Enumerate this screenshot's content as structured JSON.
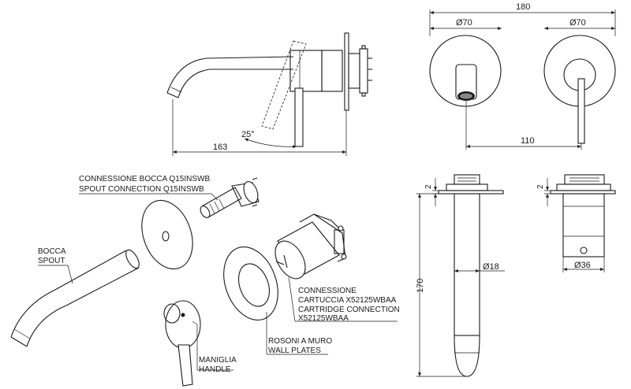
{
  "dimensions": {
    "side_length": "163",
    "angle": "25°",
    "total_width": "180",
    "left_plate_dia": "Ø70",
    "right_plate_dia": "Ø70",
    "spacing": "110",
    "flange_left": "2",
    "flange_right": "2",
    "spout_dia": "Ø18",
    "body_dia": "Ø36",
    "height": "170"
  },
  "labels": {
    "spout_conn_it": "CONNESSIONE BOCCA Q15INSWB",
    "spout_conn_en": "SPOUT CONNECTION Q15INSWB",
    "spout_it": "BOCCA",
    "spout_en": "SPOUT",
    "cart_it_1": "CONNESSIONE",
    "cart_it_2": "CARTUCCIA X52125WBAA",
    "cart_en_1": "CARTRIDGE CONNECTION",
    "cart_en_2": "X52125WBAA",
    "plates_it": "ROSONI A MURO",
    "plates_en": "WALL PLATES",
    "handle_it": "MANIGLIA",
    "handle_en": "HANDLE"
  }
}
